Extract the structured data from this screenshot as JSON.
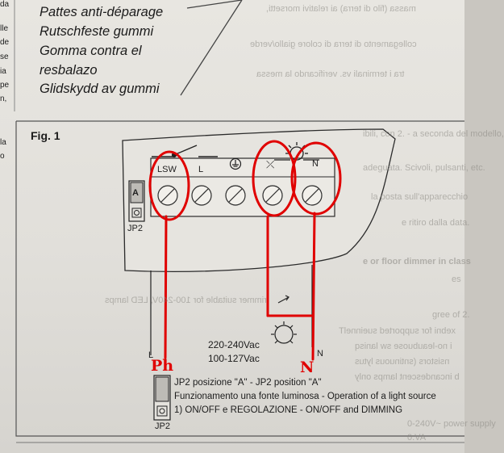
{
  "anti_slip": {
    "lines": [
      "Pattes anti-déparage",
      "Rutschfeste gummi",
      "Gomma contra el",
      "resbalazo",
      "Glidskydd av gummi"
    ]
  },
  "margin_fragments": [
    "da",
    "lle",
    "de",
    "se",
    "ia",
    "pe",
    "n,",
    "la",
    "o"
  ],
  "figure": {
    "title": "Fig. 1",
    "jumper_top": {
      "label_letter": "A",
      "name": "JP2"
    },
    "terminals": [
      "LSW",
      "L",
      "⏚",
      "⤫",
      "N"
    ],
    "voltage_lines": [
      "220-240Vac",
      "100-127Vac"
    ],
    "wire_label_L": "L",
    "wire_label_N": "N",
    "jumper_bottom": {
      "name": "JP2"
    },
    "caption": {
      "line1": "JP2 posizione \"A\" - JP2 position \"A\"",
      "line2": "Funzionamento una fonte luminosa - Operation of a light source",
      "line3": "1) ON/OFF e REGOLAZIONE - ON/OFF and DIMMING"
    }
  },
  "handwritten": {
    "phase": "Ph",
    "neutral": "N",
    "ink_color": "#e00000"
  },
  "ghost_text": [
    "massa (filo di terra) ai relativi morsetti,",
    "collegamento di terra di colore giallo/verde",
    "tra i terminali vs. verificando la messa",
    "ibili, con 2. - a seconda del modello,",
    "adeguata. Scivoli, pulsanti, etc.",
    "la posta sull'apparecchio",
    "e ritiro dalla data.",
    "e or floor dimmer in class",
    "es",
    "rimmer suitable for 100-240V, LED lamps",
    "gree of 2.",
    "xebni for supported sueinnelT",
    "i no-leaubuose sw lanisq",
    "nsistors (sntinuous lytus",
    "b incandescent lamps only",
    "0-240V~ power supply",
    "0.VA"
  ]
}
